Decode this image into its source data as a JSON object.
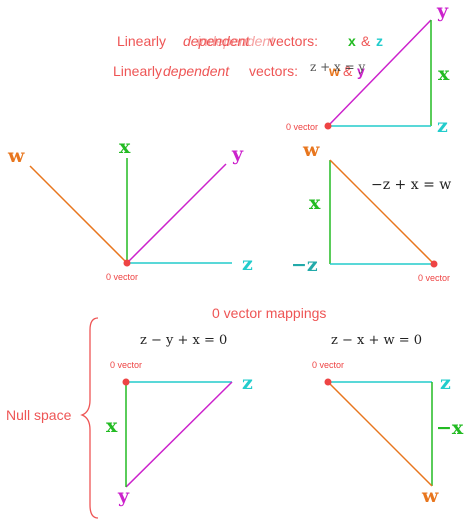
{
  "colors": {
    "w": "#e8761e",
    "x": "#22bb22",
    "y": "#cc22cc",
    "z": "#22cccc",
    "text": "#ee5555",
    "dot": "#ee4444",
    "black": "#222222"
  },
  "top": {
    "line1": {
      "prefix": "Linearly",
      "word_a": "dependent",
      "word_b": "independent",
      "suffix": "vectors:",
      "vec_a": "x",
      "amp": "&",
      "vec_b": "z"
    },
    "line2": {
      "prefix": "Linearly",
      "word": "dependent",
      "suffix": "vectors:",
      "overlay_eq": "z + x = y",
      "vec_a": "w",
      "amp": "&",
      "vec_b": "y"
    },
    "triangle": {
      "label_y": "y",
      "label_x": "x",
      "label_z": "z",
      "origin": "0 vector"
    }
  },
  "middle_left": {
    "label_w": "w",
    "label_x": "x",
    "label_y": "y",
    "label_z": "z",
    "origin": "0 vector"
  },
  "middle_right": {
    "label_w": "w",
    "label_x": "x",
    "label_negz": "−z",
    "equation": "−z + x = w",
    "origin": "0 vector"
  },
  "bottom": {
    "title": "0 vector mappings",
    "null_space": "Null space",
    "left": {
      "equation": "z − y + x = 0",
      "origin": "0 vector",
      "label_z": "z",
      "label_x": "x",
      "label_y": "y"
    },
    "right": {
      "equation": "z − x + w = 0",
      "origin": "0 vector",
      "label_z": "z",
      "label_negx": "−x",
      "label_w": "w"
    }
  }
}
